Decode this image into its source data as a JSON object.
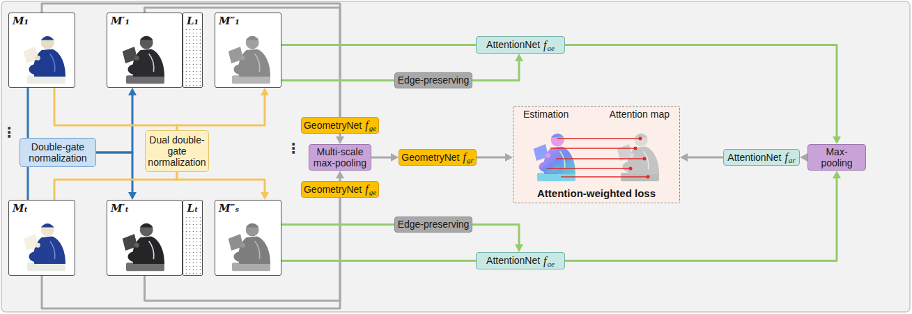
{
  "diagram": {
    "nodes": [
      {
        "text": [
          "M₁"
        ]
      },
      {
        "text": [
          "M′₁"
        ]
      },
      {
        "text": [
          "L₁"
        ]
      },
      {
        "text": [
          "M″₁"
        ]
      },
      {
        "text": [
          "Double-gate normalization"
        ]
      },
      {
        "text": [
          "Dual double-gate normalization"
        ]
      },
      {
        "text": [
          "Mₜ"
        ]
      },
      {
        "text": [
          "M′ₜ"
        ]
      },
      {
        "text": [
          "Lₜ"
        ]
      },
      {
        "text": [
          "M″ₛ"
        ]
      },
      {
        "text": [
          "GeometryNet",
          "f",
          "ge"
        ]
      },
      {
        "text": [
          "Multi-scale max-pooling"
        ]
      },
      {
        "text": [
          "GeometryNet",
          "f",
          "ge"
        ]
      },
      {
        "text": [
          "GeometryNet",
          "f",
          "gr"
        ]
      },
      {
        "text": [
          "Estimation",
          "Attention map",
          "Attention-weighted loss"
        ]
      },
      {
        "text": [
          "AttentionNet",
          "f",
          "ae"
        ]
      },
      {
        "text": [
          "Edge-preserving"
        ]
      },
      {
        "text": [
          "Edge-preserving"
        ]
      },
      {
        "text": [
          "AttentionNet",
          "f",
          "ae"
        ]
      },
      {
        "text": [
          "AttentionNet",
          "f",
          "ar"
        ]
      },
      {
        "text": [
          "Max-pooling"
        ]
      }
    ],
    "edges": [
      {
        "from": 0,
        "to": 10,
        "arrow": "none"
      },
      {
        "from": 1,
        "to": 10,
        "arrow": "none"
      },
      {
        "from": 6,
        "to": 12,
        "arrow": "none"
      },
      {
        "from": 7,
        "to": 12,
        "arrow": "none"
      },
      {
        "from": 10,
        "to": 11,
        "arrow": "to"
      },
      {
        "from": 12,
        "to": 11,
        "arrow": "to"
      },
      {
        "from": 0,
        "to": 4,
        "arrow": "none"
      },
      {
        "from": 6,
        "to": 4,
        "arrow": "none"
      },
      {
        "from": 4,
        "to": 1,
        "arrow": "to"
      },
      {
        "from": 4,
        "to": 7,
        "arrow": "to"
      },
      {
        "from": 0,
        "to": 5,
        "arrow": "none"
      },
      {
        "from": 5,
        "to": 3,
        "arrow": "to"
      },
      {
        "from": 6,
        "to": 5,
        "arrow": "none"
      },
      {
        "from": 5,
        "to": 9,
        "arrow": "to"
      },
      {
        "from": 3,
        "to": 15,
        "arrow": "none"
      },
      {
        "from": 3,
        "to": 16,
        "arrow": "none"
      },
      {
        "from": 16,
        "to": 15,
        "arrow": "to"
      },
      {
        "from": 15,
        "to": 20,
        "arrow": "to"
      },
      {
        "from": 9,
        "to": 17,
        "arrow": "none"
      },
      {
        "from": 9,
        "to": 18,
        "arrow": "none"
      },
      {
        "from": 17,
        "to": 18,
        "arrow": "to"
      },
      {
        "from": 18,
        "to": 20,
        "arrow": "to"
      },
      {
        "from": 11,
        "to": 13,
        "arrow": "to"
      },
      {
        "from": 13,
        "to": 14,
        "arrow": "to"
      },
      {
        "from": 20,
        "to": 19,
        "arrow": "to"
      },
      {
        "from": 19,
        "to": 14,
        "arrow": "to"
      }
    ],
    "labels": [
      "⋮",
      "⋮"
    ]
  }
}
